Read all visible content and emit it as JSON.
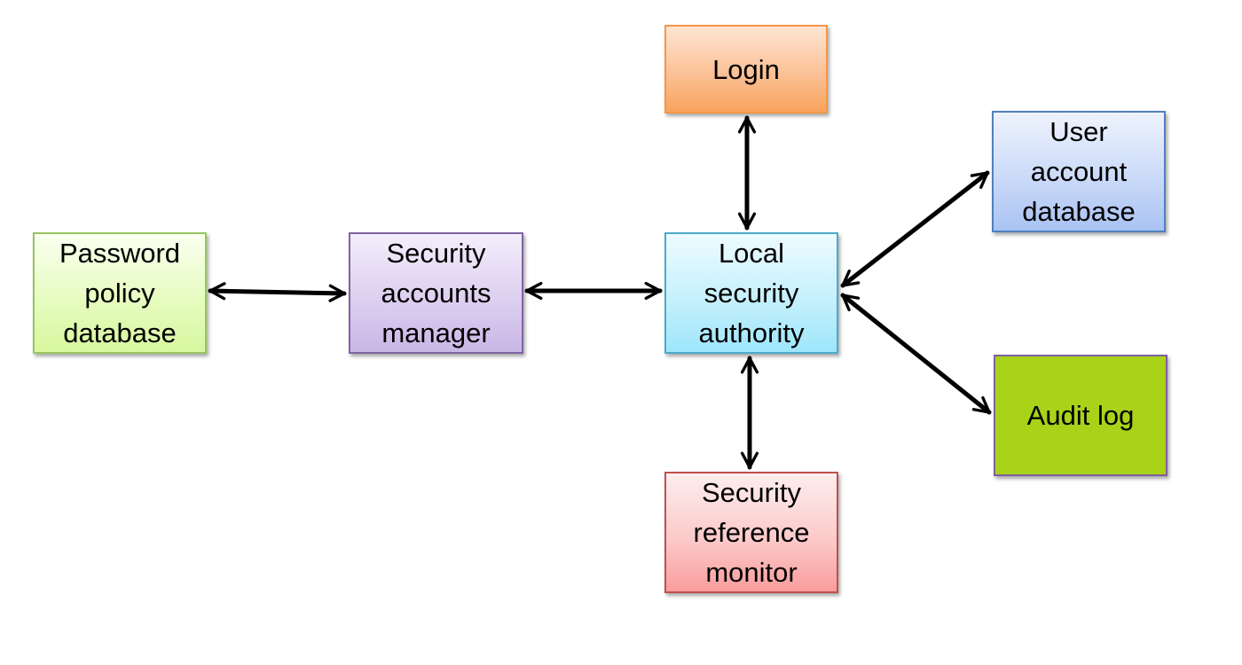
{
  "nodes": {
    "password_policy_database": {
      "label": "Password\npolicy\ndatabase"
    },
    "security_accounts_manager": {
      "label": "Security\naccounts\nmanager"
    },
    "local_security_authority": {
      "label": "Local\nsecurity\nauthority"
    },
    "login": {
      "label": "Login"
    },
    "user_account_database": {
      "label": "User\naccount\ndatabase"
    },
    "audit_log": {
      "label": "Audit log"
    },
    "security_reference_monitor": {
      "label": "Security\nreference\nmonitor"
    }
  },
  "edges": [
    {
      "from": "password_policy_database",
      "to": "security_accounts_manager",
      "direction": "bidirectional"
    },
    {
      "from": "security_accounts_manager",
      "to": "local_security_authority",
      "direction": "bidirectional"
    },
    {
      "from": "local_security_authority",
      "to": "login",
      "direction": "bidirectional"
    },
    {
      "from": "local_security_authority",
      "to": "user_account_database",
      "direction": "bidirectional"
    },
    {
      "from": "local_security_authority",
      "to": "audit_log",
      "direction": "bidirectional"
    },
    {
      "from": "local_security_authority",
      "to": "security_reference_monitor",
      "direction": "bidirectional"
    }
  ],
  "colors": {
    "arrow": "#000000",
    "password_policy_database": "#d8f79f",
    "security_accounts_manager": "#c9b7e6",
    "local_security_authority": "#9ee6fb",
    "login": "#f9a45f",
    "user_account_database": "#a9c3f3",
    "audit_log": "#a8d318",
    "security_reference_monitor": "#f99d9d"
  }
}
